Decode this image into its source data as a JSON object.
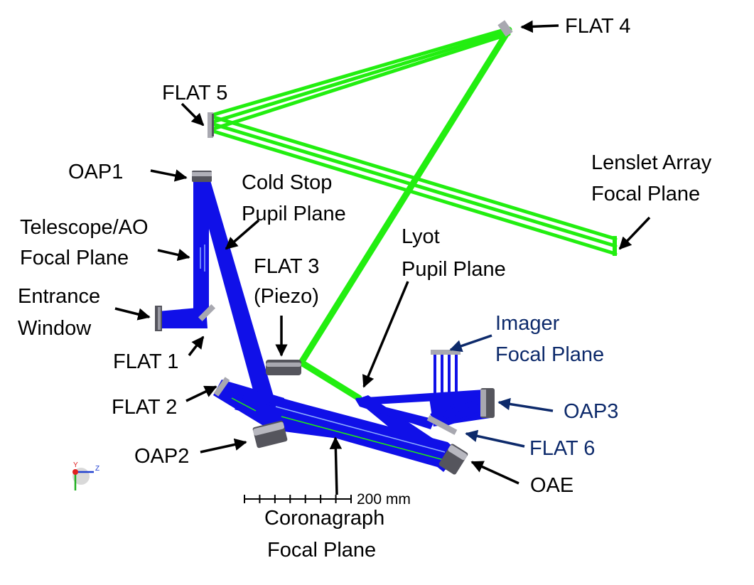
{
  "colors": {
    "beam_blue": "#1010e8",
    "beam_green": "#22ee10",
    "label_dark": "#000000",
    "label_navy": "#0d2a6b",
    "mirror_gray": "#a8a8b0",
    "mirror_dark": "#55555d"
  },
  "labels": {
    "flat4": "FLAT 4",
    "flat5": "FLAT 5",
    "oap1": "OAP1",
    "cold_stop_1": "Cold Stop",
    "cold_stop_2": "Pupil Plane",
    "lenslet_1": "Lenslet Array",
    "lenslet_2": "Focal Plane",
    "telescope_1": "Telescope/AO",
    "telescope_2": "Focal Plane",
    "lyot_1": "Lyot",
    "lyot_2": "Pupil Plane",
    "flat3_1": "FLAT 3",
    "flat3_2": "(Piezo)",
    "entrance_1": "Entrance",
    "entrance_2": "Window",
    "flat1": "FLAT 1",
    "imager_1": "Imager",
    "imager_2": "Focal Plane",
    "flat2": "FLAT 2",
    "oap3": "OAP3",
    "flat6": "FLAT 6",
    "oap2": "OAP2",
    "oae": "OAE",
    "coronagraph_1": "Coronagraph",
    "coronagraph_2": "Focal Plane"
  },
  "scale_bar": {
    "label": "200 mm",
    "ticks": 8
  },
  "axis_triad": {
    "y_label": "Y",
    "z_label": "Z"
  }
}
